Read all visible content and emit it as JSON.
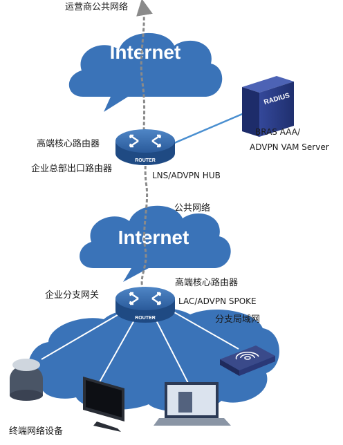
{
  "labels": {
    "carrier_public_network": "运营商公共网络",
    "internet_top": "Internet",
    "hq_router_title": "高端核心路由器",
    "hq_router_role": "企业总部出口路由器",
    "router_text": "ROUTER",
    "radius_text": "RADIUS",
    "server_line1": "BRAS AAA/",
    "server_line2": "ADVPN VAM Server",
    "hub_role": "LNS/ADVPN HUB",
    "public_network": "公共网络",
    "internet_bottom": "Internet",
    "branch_router_title": "高端核心路由器",
    "branch_gateway": "企业分支网关",
    "spoke_role": "LAC/ADVPN SPOKE",
    "branch_lan": "分支局域网",
    "terminal_devices": "终端网络设备"
  },
  "colors": {
    "cloud": "#3a73b8",
    "cloud_dark": "#2d5e9e",
    "router": "#2f61a3",
    "server": "#2b3f8c",
    "link": "#4a8fd0",
    "tunnel": "#9a9a9a"
  }
}
